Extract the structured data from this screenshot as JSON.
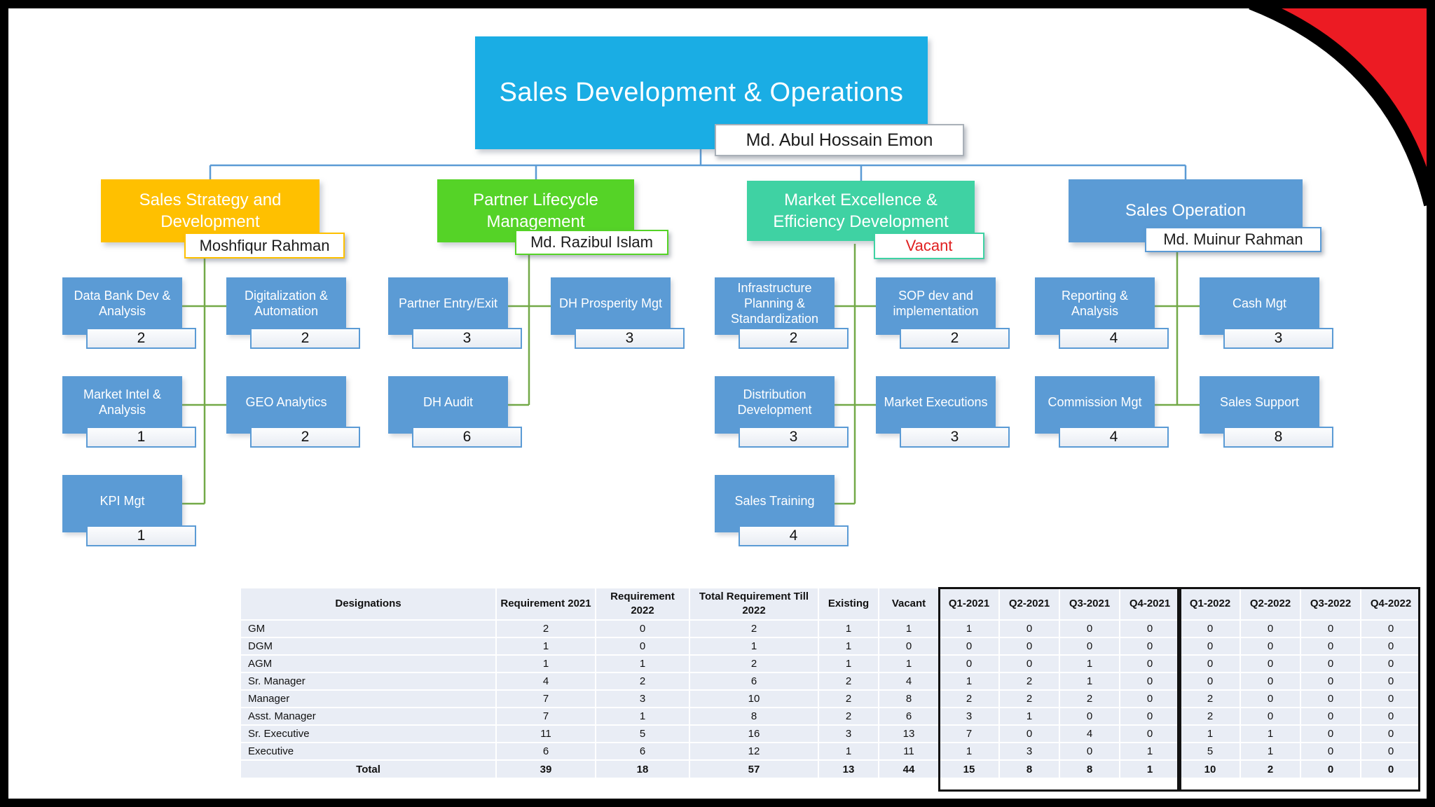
{
  "org": {
    "root": {
      "title": "Sales Development & Operations",
      "manager": "Md. Abul Hossain Emon"
    },
    "groups": [
      {
        "label": "Sales Strategy and Development",
        "manager": "Moshfiqur Rahman",
        "children": [
          {
            "label": "Data Bank Dev & Analysis",
            "count": "2"
          },
          {
            "label": "Digitalization & Automation",
            "count": "2"
          },
          {
            "label": "Market Intel & Analysis",
            "count": "1"
          },
          {
            "label": "GEO Analytics",
            "count": "2"
          },
          {
            "label": "KPI Mgt",
            "count": "1"
          }
        ]
      },
      {
        "label": "Partner Lifecycle Management",
        "manager": "Md. Razibul Islam",
        "children": [
          {
            "label": "Partner Entry/Exit",
            "count": "3"
          },
          {
            "label": "DH Prosperity Mgt",
            "count": "3"
          },
          {
            "label": "DH Audit",
            "count": "6"
          }
        ]
      },
      {
        "label": "Market Excellence & Efficiency Development",
        "manager": "Vacant",
        "children": [
          {
            "label": "Infrastructure Planning & Standardization",
            "count": "2"
          },
          {
            "label": "SOP dev and implementation",
            "count": "2"
          },
          {
            "label": "Distribution Development",
            "count": "3"
          },
          {
            "label": "Market Executions",
            "count": "3"
          },
          {
            "label": "Sales Training",
            "count": "4"
          }
        ]
      },
      {
        "label": "Sales Operation",
        "manager": "Md. Muinur Rahman",
        "children": [
          {
            "label": "Reporting & Analysis",
            "count": "4"
          },
          {
            "label": "Cash Mgt",
            "count": "3"
          },
          {
            "label": "Commission Mgt",
            "count": "4"
          },
          {
            "label": "Sales Support",
            "count": "8"
          }
        ]
      }
    ]
  },
  "table": {
    "columns": [
      "Designations",
      "Requirement 2021",
      "Requirement 2022",
      "Total Requirement Till 2022",
      "Existing",
      "Vacant",
      "Q1-2021",
      "Q2-2021",
      "Q3-2021",
      "Q4-2021",
      "Q1-2022",
      "Q2-2022",
      "Q3-2022",
      "Q4-2022"
    ],
    "rows": [
      {
        "designation": "GM",
        "values": [
          "2",
          "0",
          "2",
          "1",
          "1",
          "1",
          "0",
          "0",
          "0",
          "0",
          "0",
          "0",
          "0"
        ]
      },
      {
        "designation": "DGM",
        "values": [
          "1",
          "0",
          "1",
          "1",
          "0",
          "0",
          "0",
          "0",
          "0",
          "0",
          "0",
          "0",
          "0"
        ]
      },
      {
        "designation": "AGM",
        "values": [
          "1",
          "1",
          "2",
          "1",
          "1",
          "0",
          "0",
          "1",
          "0",
          "0",
          "0",
          "0",
          "0"
        ]
      },
      {
        "designation": "Sr. Manager",
        "values": [
          "4",
          "2",
          "6",
          "2",
          "4",
          "1",
          "2",
          "1",
          "0",
          "0",
          "0",
          "0",
          "0"
        ]
      },
      {
        "designation": "Manager",
        "values": [
          "7",
          "3",
          "10",
          "2",
          "8",
          "2",
          "2",
          "2",
          "0",
          "2",
          "0",
          "0",
          "0"
        ]
      },
      {
        "designation": "Asst. Manager",
        "values": [
          "7",
          "1",
          "8",
          "2",
          "6",
          "3",
          "1",
          "0",
          "0",
          "2",
          "0",
          "0",
          "0"
        ]
      },
      {
        "designation": "Sr. Executive",
        "values": [
          "11",
          "5",
          "16",
          "3",
          "13",
          "7",
          "0",
          "4",
          "0",
          "1",
          "1",
          "0",
          "0"
        ]
      },
      {
        "designation": "Executive",
        "values": [
          "6",
          "6",
          "12",
          "1",
          "11",
          "1",
          "3",
          "0",
          "1",
          "5",
          "1",
          "0",
          "0"
        ]
      }
    ],
    "total": {
      "label": "Total",
      "values": [
        "39",
        "18",
        "57",
        "13",
        "44",
        "15",
        "8",
        "8",
        "1",
        "10",
        "2",
        "0",
        "0"
      ]
    }
  },
  "colors": {
    "title_bg": "#1AADE4",
    "group_orange": "#FFC000",
    "group_green": "#55D327",
    "group_teal": "#3FD2A3",
    "group_blue": "#5B9BD5",
    "unit_blue": "#5B9BD5",
    "vacant_red": "#E02020",
    "corner_red": "#EC1B23",
    "connector_blue": "#5B9BD5",
    "connector_green": "#73A948",
    "table_cell_bg": "#E9EDF5"
  }
}
